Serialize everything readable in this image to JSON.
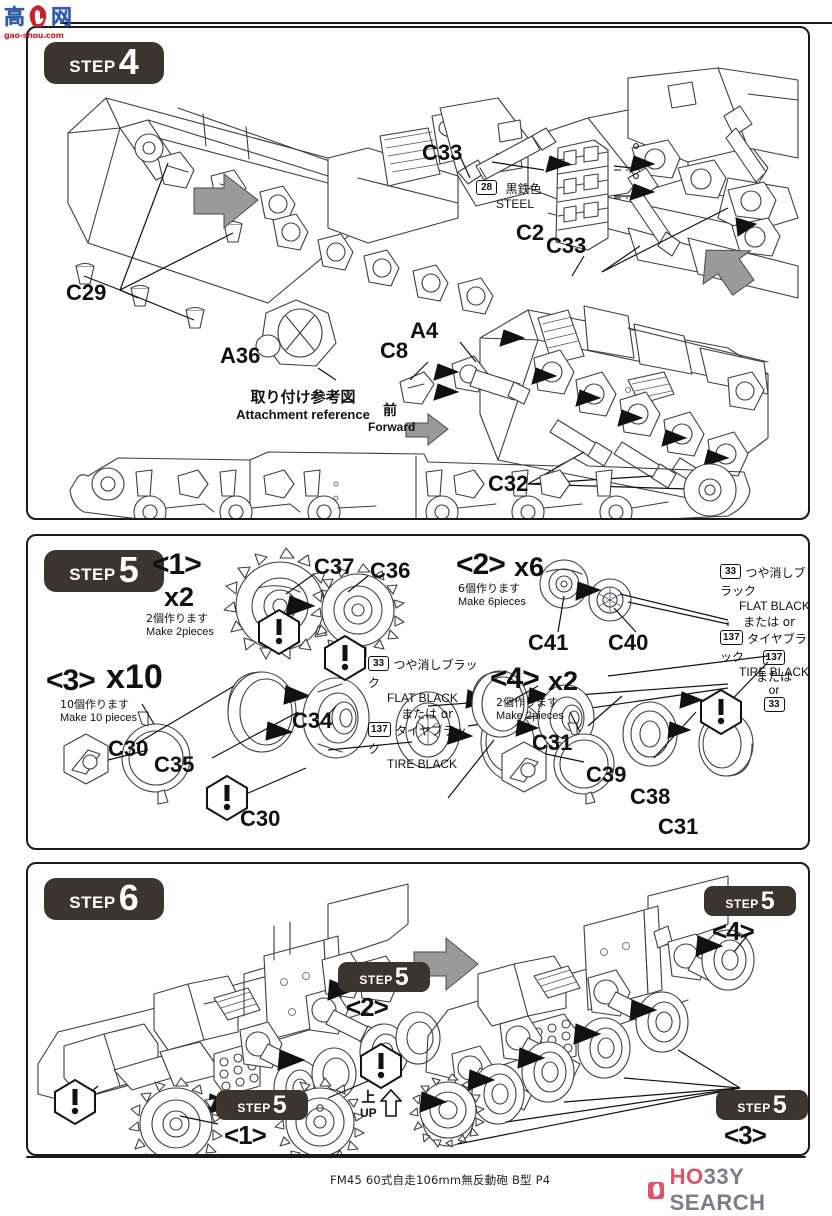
{
  "page": {
    "footer_code": "FM45 60式自走106mm無反動砲 B型 P4",
    "brand_primary": "HO",
    "brand_secondary": "33Y SEARCH",
    "brand_full": "HOBBY SEARCH",
    "accent_color": "#e0536b",
    "badge_color": "#3a352f",
    "line_color": "#3d3d44"
  },
  "watermark": {
    "char1": "高",
    "char2": "网",
    "url": "gao-shou.com",
    "icon": "hand-thumb-icon"
  },
  "steps": {
    "step4": {
      "badge_word": "STEP",
      "badge_num": "4",
      "labels": {
        "c29": "C29",
        "a36": "A36",
        "c33_top": "C33",
        "c33_right": "C33",
        "c2": "C2",
        "a4": "A4",
        "c8": "C8",
        "c32": "C32"
      },
      "paint_steel": {
        "code": "28",
        "jp": "黒鉄色",
        "en": "STEEL"
      },
      "reference": {
        "jp": "取り付け参考図",
        "en": "Attachment reference",
        "forward_jp": "前",
        "forward_en": "Forward"
      }
    },
    "step5": {
      "badge_word": "STEP",
      "badge_num": "5",
      "groups": [
        {
          "name": "<1>",
          "qty": "x2",
          "make_jp": "2個作ります",
          "make_en": "Make 2pieces",
          "parts": [
            "C37",
            "C36"
          ]
        },
        {
          "name": "<2>",
          "qty": "x6",
          "make_jp": "6個作ります",
          "make_en": "Make 6pieces",
          "parts": [
            "C41",
            "C40"
          ]
        },
        {
          "name": "<3>",
          "qty": "x10",
          "make_jp": "10個作ります",
          "make_en": "Make 10 pieces",
          "parts": [
            "C30",
            "C35",
            "C34",
            "C30"
          ]
        },
        {
          "name": "<4>",
          "qty": "x2",
          "make_jp": "2個作ります",
          "make_en": "Make 2pieces",
          "parts": [
            "C31",
            "C39",
            "C38",
            "C31"
          ]
        }
      ],
      "paint_flat_black": {
        "code": "33",
        "jp": "つや消しブラック",
        "en": "FLAT BLACK"
      },
      "paint_tire_black": {
        "code": "137",
        "jp": "タイヤブラック",
        "en": "TIRE BLACK"
      },
      "or_jp": "または",
      "or_en": "or"
    },
    "step6": {
      "badge_word": "STEP",
      "badge_num": "6",
      "refs": [
        {
          "badge_word": "STEP",
          "badge_num": "5",
          "sub": "<2>"
        },
        {
          "badge_word": "STEP",
          "badge_num": "5",
          "sub": "<4>"
        },
        {
          "badge_word": "STEP",
          "badge_num": "5",
          "sub": "<1>"
        },
        {
          "badge_word": "STEP",
          "badge_num": "5",
          "sub": "<3>"
        }
      ],
      "orientation": {
        "jp": "上",
        "en": "UP"
      }
    }
  }
}
